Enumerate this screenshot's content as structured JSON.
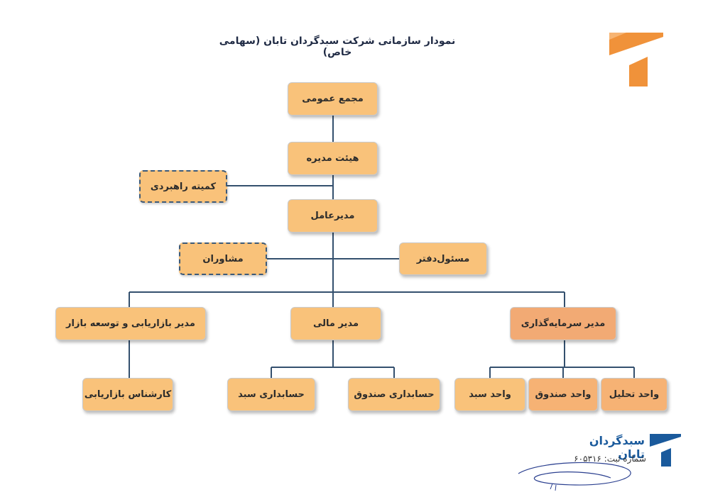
{
  "title": "نمودار سازمانی شرکت سبدگردان تابان (سهامی خاص)",
  "nodes": {
    "general_assembly": "مجمع عمومی",
    "board": "هیئت مدیره",
    "steering_committee": "کمیته راهبردی",
    "ceo": "مدیرعامل",
    "advisors": "مشاوران",
    "office_manager": "مسئول‌دفتر",
    "marketing_manager": "مدیر بازاریابی و توسعه بازار",
    "finance_manager": "مدیر مالی",
    "investment_manager": "مدیر سرمایه‌گذاری",
    "marketing_expert": "کارشناس بازاریابی",
    "portfolio_accounting": "حسابداری سبد",
    "fund_accounting": "حسابداری صندوق",
    "portfolio_unit": "واحد سبد",
    "fund_unit": "واحد صندوق",
    "analysis_unit": "واحد تحلیل"
  },
  "footer": {
    "brand": "سبدگردان تابان",
    "registration": "شماره ثبت: ۶۰۵۳۱۶"
  },
  "colors": {
    "box": "#f9c27a",
    "box_dark": "#f2aa74",
    "line": "#34506e",
    "dashed_border": "#3d5a78",
    "logo_orange": "#f0923a",
    "brand_blue": "#1a5a9c"
  }
}
